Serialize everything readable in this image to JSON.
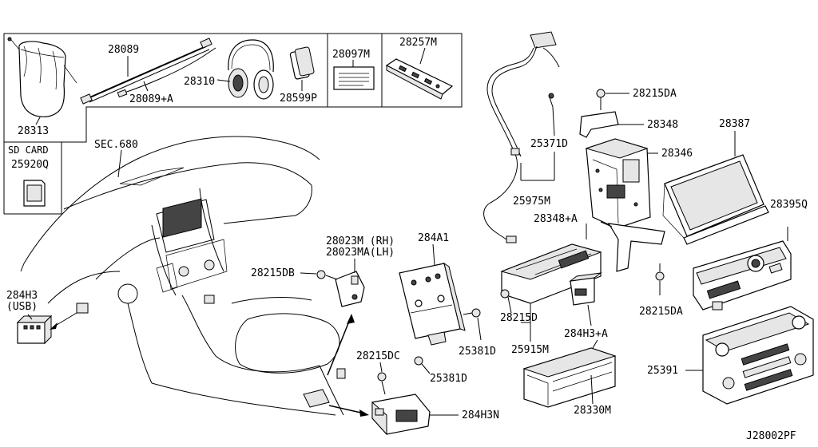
{
  "diagram_id": "J28002PF",
  "section_ref": "SEC.680",
  "sd_card_title": "SD CARD",
  "parts": {
    "p28089": "28089",
    "p28089A": "28089+A",
    "p28310": "28310",
    "p28599P": "28599P",
    "p28097M": "28097M",
    "p28257M": "28257M",
    "p28313": "28313",
    "p25920Q": "25920Q",
    "p28023M_rh": "28023M (RH)",
    "p28023MA_lh": "28023MA(LH)",
    "p28215DB": "28215DB",
    "p284A1": "284A1",
    "p284H3": "284H3",
    "p284H3_usb": "(USB)",
    "p25381D_a": "25381D",
    "p25381D_b": "25381D",
    "p28215DC": "28215DC",
    "p284H3N": "284H3N",
    "p25371D": "25371D",
    "p25975M": "25975M",
    "p28348A": "28348+A",
    "p28215D": "28215D",
    "p25915M": "25915M",
    "p284H3A": "284H3+A",
    "p28330M": "28330M",
    "p28215DA_a": "28215DA",
    "p28348": "28348",
    "p28346": "28346",
    "p28387": "28387",
    "p28395Q": "28395Q",
    "p28215DA_b": "28215DA",
    "p25391": "25391"
  }
}
